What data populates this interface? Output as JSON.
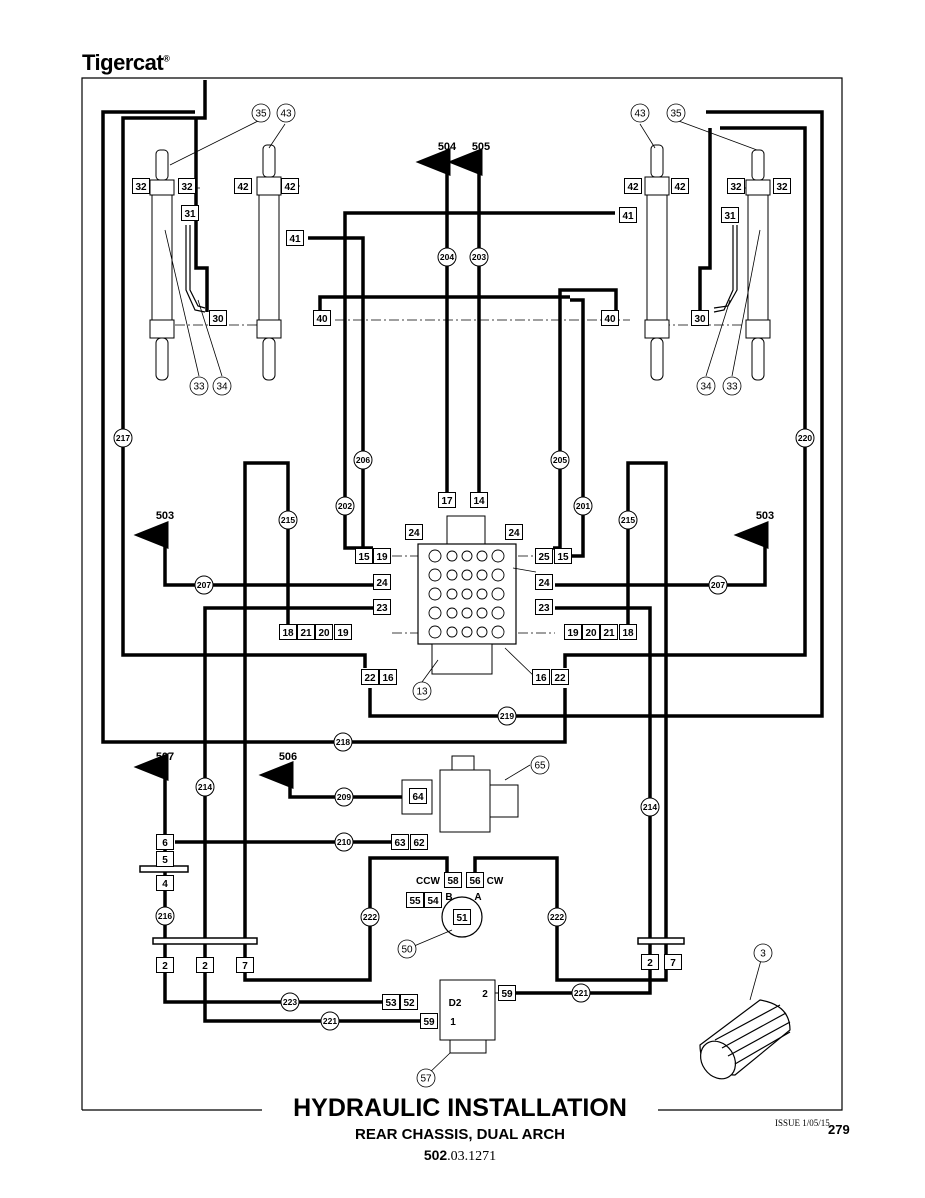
{
  "brand": {
    "name": "Tigercat",
    "mark": "®"
  },
  "title": "HYDRAULIC INSTALLATION",
  "subtitle": "REAR CHASSIS, DUAL ARCH",
  "part_number": {
    "prefix": "502",
    "suffix": ".03.1271"
  },
  "issue": "ISSUE 1/05/15",
  "page_number": "279",
  "connections": {
    "c504": "504",
    "c505": "505",
    "c503_left": "503",
    "c503_right": "503",
    "c507": "507",
    "c506": "506"
  },
  "hoses": {
    "h204": "204",
    "h203": "203",
    "h206": "206",
    "h205": "205",
    "h202": "202",
    "h201": "201",
    "h217": "217",
    "h220": "220",
    "h215_left": "215",
    "h215_right": "215",
    "h207_left": "207",
    "h207_right": "207",
    "h219": "219",
    "h218": "218",
    "h214_left": "214",
    "h214_right": "214",
    "h209": "209",
    "h210": "210",
    "h216": "216",
    "h222_left": "222",
    "h222_right": "222",
    "h223": "223",
    "h221_bottom": "221",
    "h221_right": "221"
  },
  "callouts": {
    "c35_left": "35",
    "c43_left": "43",
    "c43_right": "43",
    "c35_right": "35",
    "c33_left": "33",
    "c34_left": "34",
    "c34_right": "34",
    "c33_right": "33",
    "c13": "13",
    "c65": "65",
    "c50": "50",
    "c57": "57",
    "c3": "3"
  },
  "ports": {
    "p32a": "32",
    "p32b": "32",
    "p31_left": "31",
    "p30_left": "30",
    "p42a": "42",
    "p42b": "42",
    "p41_left": "41",
    "p40_left": "40",
    "p42c": "42",
    "p42d": "42",
    "p41_right": "41",
    "p40_right": "40",
    "p32c": "32",
    "p32d": "32",
    "p31_right": "31",
    "p30_right": "30",
    "p17": "17",
    "p14": "14",
    "p24_tl": "24",
    "p24_tr": "24",
    "p15_l": "15",
    "p19_l": "19",
    "p25_r": "25",
    "p15_r": "15",
    "p24_ml": "24",
    "p24_mr": "24",
    "p23_l": "23",
    "p23_r": "23",
    "p18_l": "18",
    "p21_l": "21",
    "p20_l": "20",
    "p19_l2": "19",
    "p19_r2": "19",
    "p20_r": "20",
    "p21_r": "21",
    "p18_r": "18",
    "p22_l": "22",
    "p16_l": "16",
    "p16_r": "16",
    "p22_r": "22",
    "p64": "64",
    "p63": "63",
    "p62": "62",
    "p6": "6",
    "p5": "5",
    "p4": "4",
    "p58": "58",
    "p56": "56",
    "p55": "55",
    "p54": "54",
    "p51": "51",
    "p2_a": "2",
    "p2_b": "2",
    "p7_a": "7",
    "p2_c": "2",
    "p7_b": "7",
    "p53": "53",
    "p52": "52",
    "p59_bot": "59",
    "p59_right": "59"
  },
  "motor_labels": {
    "ccw": "CCW",
    "cw": "CW",
    "b": "B",
    "a": "A"
  },
  "diverter_labels": {
    "d2": "D2",
    "port2": "2",
    "port1": "1"
  }
}
